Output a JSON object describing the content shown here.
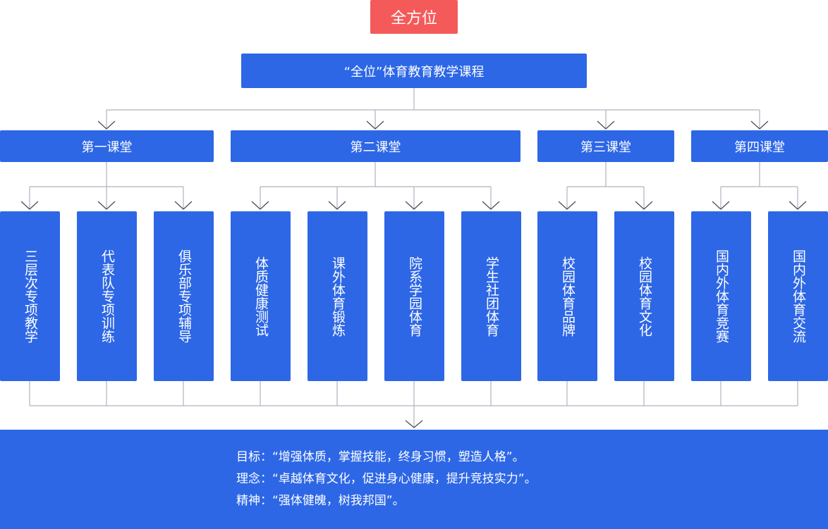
{
  "top_title": "全方位",
  "main_title": "“全位”体育教育教学课程",
  "classes": [
    {
      "label": "第一课堂",
      "items": [
        "三层次专项教学",
        "代表队专项训练",
        "俱乐部专项辅导"
      ]
    },
    {
      "label": "第二课堂",
      "items": [
        "体质健康测试",
        "课外体育锻炼",
        "院系学园体育",
        "学生社团体育"
      ]
    },
    {
      "label": "第三课堂",
      "items": [
        "校园体育品牌",
        "校园体育文化"
      ]
    },
    {
      "label": "第四课堂",
      "items": [
        "国内外体育竞赛",
        "国内外体育交流"
      ]
    }
  ],
  "summary": {
    "goal": "目标：“增强体质，掌握技能，终身习惯，塑造人格”。",
    "concept": "理念：“卓越体育文化，促进身心健康，提升竞技实力”。",
    "spirit": "精神：“强体健魄，树我邦国”。"
  },
  "colors": {
    "primary": "#2d67e6",
    "accent": "#f55a5a",
    "line": "#aeb4bf"
  }
}
